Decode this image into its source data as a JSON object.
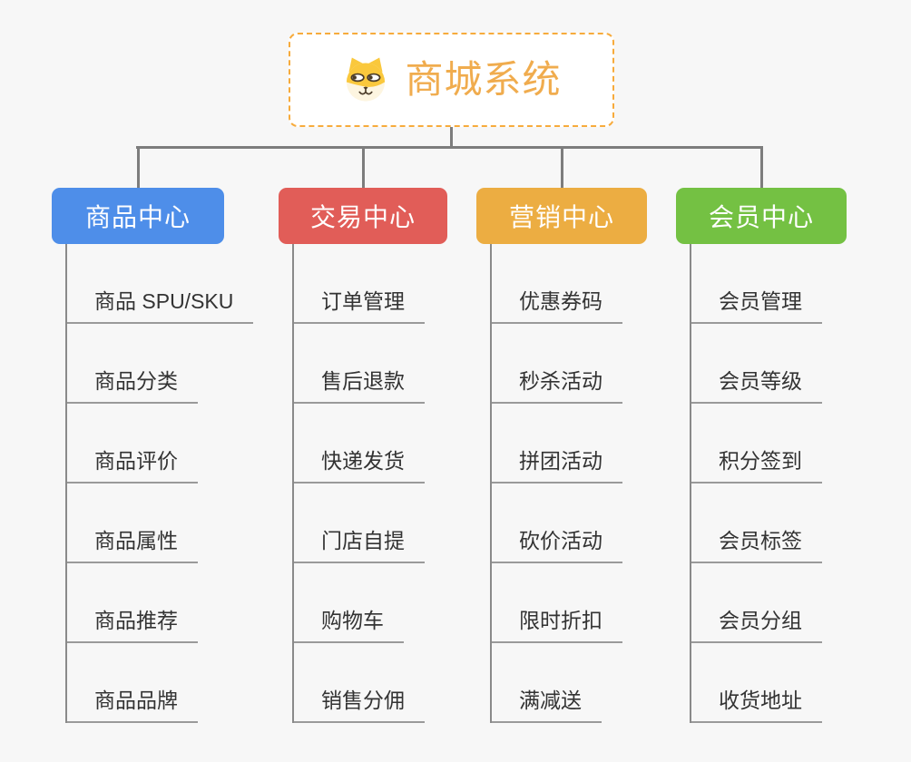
{
  "root": {
    "title": "商城系统",
    "icon": "dog-face-icon"
  },
  "branches": [
    {
      "label": "商品中心",
      "color": "#4E8EE9",
      "items": [
        "商品 SPU/SKU",
        "商品分类",
        "商品评价",
        "商品属性",
        "商品推荐",
        "商品品牌"
      ]
    },
    {
      "label": "交易中心",
      "color": "#E15D58",
      "items": [
        "订单管理",
        "售后退款",
        "快递发货",
        "门店自提",
        "购物车",
        "销售分佣"
      ]
    },
    {
      "label": "营销中心",
      "color": "#ECAD42",
      "items": [
        "优惠券码",
        "秒杀活动",
        "拼团活动",
        "砍价活动",
        "限时折扣",
        "满减送"
      ]
    },
    {
      "label": "会员中心",
      "color": "#74C143",
      "items": [
        "会员管理",
        "会员等级",
        "积分签到",
        "会员标签",
        "会员分组",
        "收货地址"
      ]
    }
  ],
  "colors": {
    "background": "#F7F7F7",
    "connector": "#7D7D7D",
    "item_line": "#9A9A9A",
    "item_text": "#333333",
    "root_border": "#F7AB3C",
    "root_text": "#F0AC4E",
    "dog_fur": "#FAC83C",
    "dog_muzzle": "#FDF5E0",
    "dog_features": "#4A3B28"
  }
}
